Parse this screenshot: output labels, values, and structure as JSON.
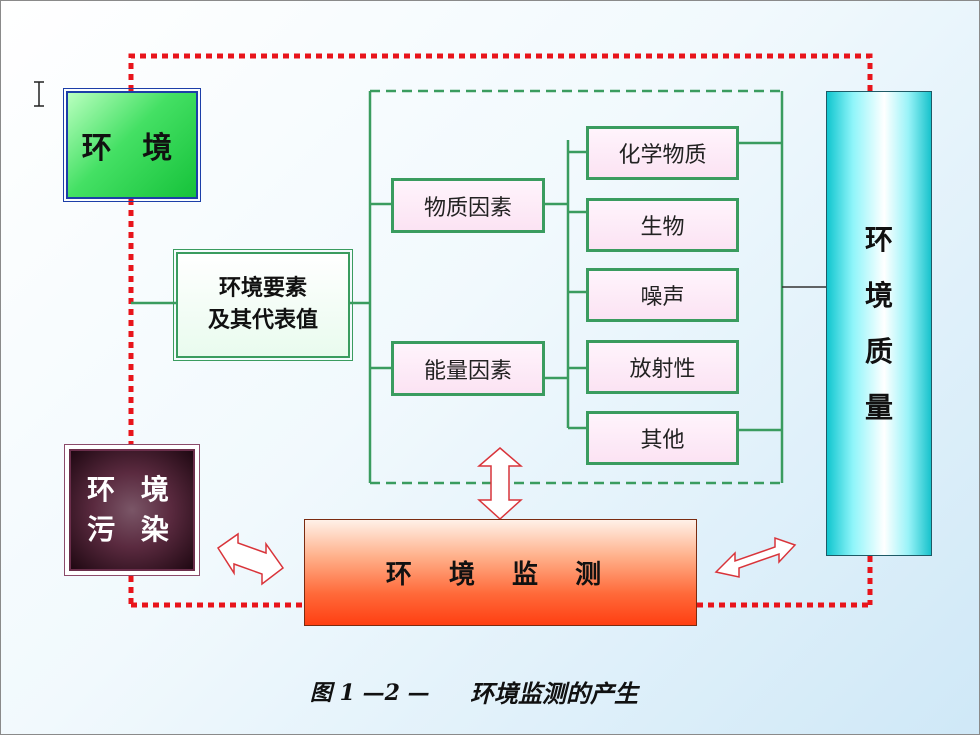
{
  "environment": {
    "label": "环 境"
  },
  "elements": {
    "line1": "环境要素",
    "line2": "及其代表值"
  },
  "factors": {
    "matter": "物质因素",
    "energy": "能量因素"
  },
  "items": [
    "化学物质",
    "生物",
    "噪声",
    "放射性",
    "其他"
  ],
  "quality": {
    "chars": [
      "环",
      "境",
      "质",
      "量"
    ]
  },
  "pollution": {
    "line1": "环 境",
    "line2": "污 染"
  },
  "monitoring": {
    "label": "环 境 监 测"
  },
  "caption": {
    "label": "图 1 —2 —",
    "title": "环境监测的产生"
  },
  "colors": {
    "dotted_border": "#e8141b",
    "connector": "#3a9c5f",
    "environment_fill": "#2ed14f",
    "pollution_fill": "#5a2a3f",
    "monitoring_fill": "#ff5a2a",
    "quality_fill": "#3fe0e8"
  },
  "icons": {
    "cursor": "text-cursor-icon",
    "arrows": "double-headed-arrow-icon"
  }
}
